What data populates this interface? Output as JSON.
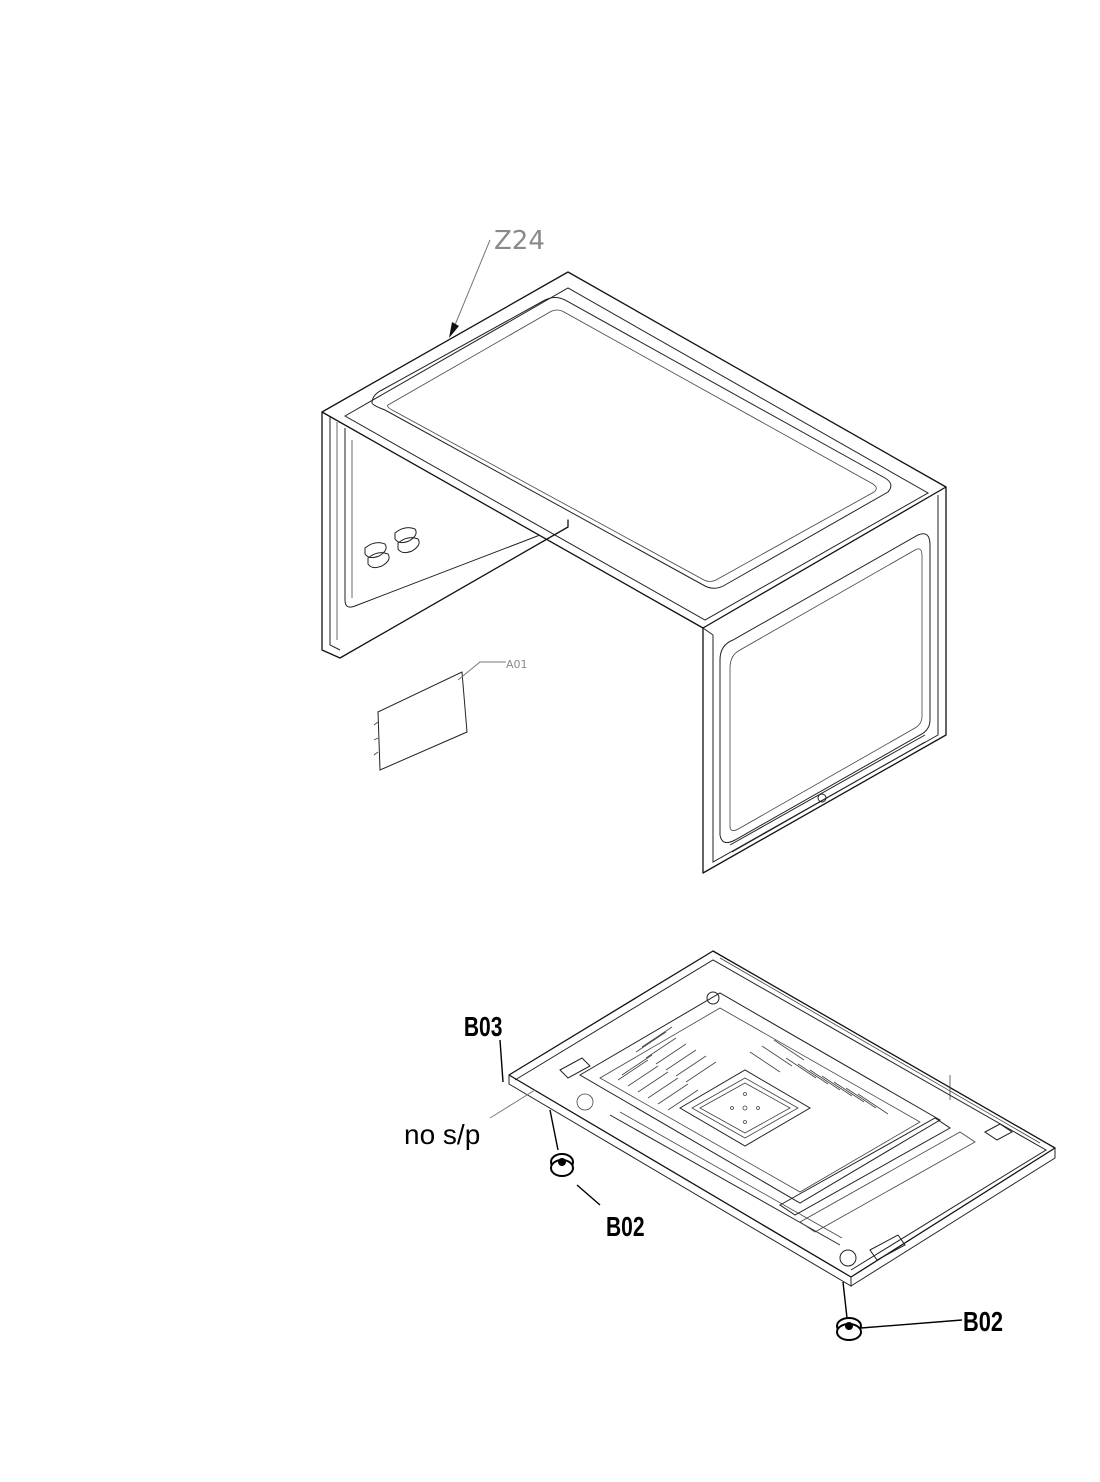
{
  "callouts": {
    "outer_case": "Z24",
    "cover_plate": "A01",
    "base_foot_label": "B03",
    "base_note": "no s/p",
    "foot_left": "B02",
    "foot_right": "B02"
  },
  "colors": {
    "line": "#111111",
    "light_callout": "#8a8a8a",
    "background": "#ffffff"
  }
}
